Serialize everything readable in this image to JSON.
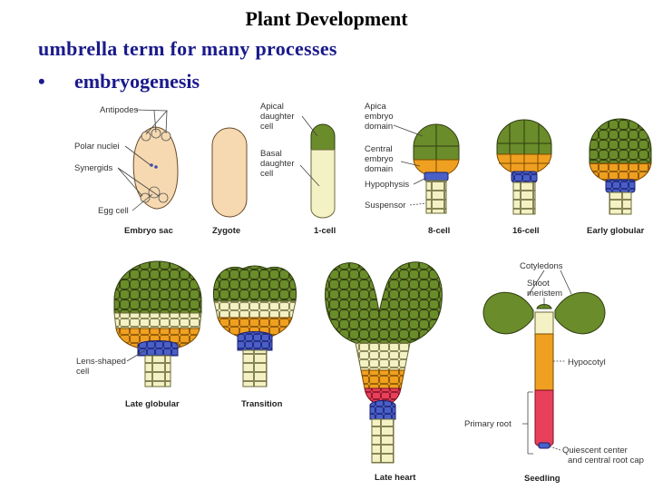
{
  "slide": {
    "title": "Plant Development",
    "subtitle": "umbrella term for many processes",
    "bullet_symbol": "•",
    "bullet_text": "embryogenesis"
  },
  "figure": {
    "callouts": {
      "antipodes": "Antipodes",
      "polar_nuclei": "Polar nuclei",
      "synergids": "Synergids",
      "egg_cell": "Egg cell",
      "apical_daughter_1": "Apical",
      "apical_daughter_2": "daughter",
      "apical_daughter_3": "cell",
      "basal_daughter_1": "Basal",
      "basal_daughter_2": "daughter",
      "basal_daughter_3": "cell",
      "apical_embryo_1": "Apica",
      "apical_embryo_2": "embryo",
      "apical_embryo_3": "domain",
      "central_embryo_1": "Central",
      "central_embryo_2": "embryo",
      "central_embryo_3": "domain",
      "hypophysis": "Hypophysis",
      "suspensor": "Suspensor",
      "cotyledons": "Cotyledons",
      "shoot_meristem_1": "Shoot",
      "shoot_meristem_2": "meristem",
      "hypocotyl": "Hypocotyl",
      "primary_root": "Primary root",
      "quiescent_1": "Quiescent center",
      "quiescent_2": "and central root cap",
      "lens_shaped_1": "Lens-shaped",
      "lens_shaped_2": "cell"
    },
    "stages": {
      "embryo_sac": "Embryo sac",
      "zygote": "Zygote",
      "one_cell": "1-cell",
      "eight_cell": "8-cell",
      "sixteen_cell": "16-cell",
      "early_globular": "Early globular",
      "late_globular": "Late globular",
      "transition": "Transition",
      "late_heart": "Late heart",
      "seedling": "Seedling"
    },
    "colors": {
      "apical_green": "#6b8c2a",
      "central_orange": "#f0a020",
      "hypophysis_blue": "#4a5fc8",
      "suspensor_cream": "#f4f1c4",
      "root_red": "#e8405a",
      "sac_beige": "#f6d9b0",
      "cell_line": "#2e3d10"
    }
  }
}
